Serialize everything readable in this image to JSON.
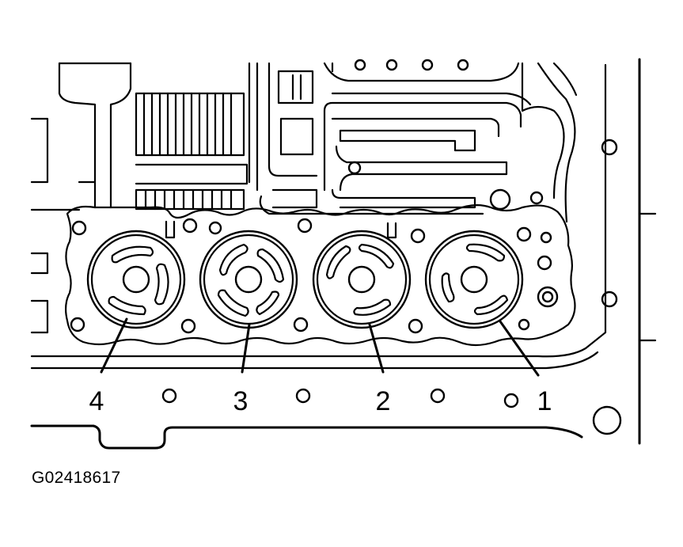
{
  "figure_code": "G02418617",
  "callouts": [
    {
      "label": "4"
    },
    {
      "label": "3"
    },
    {
      "label": "2"
    },
    {
      "label": "1"
    }
  ]
}
